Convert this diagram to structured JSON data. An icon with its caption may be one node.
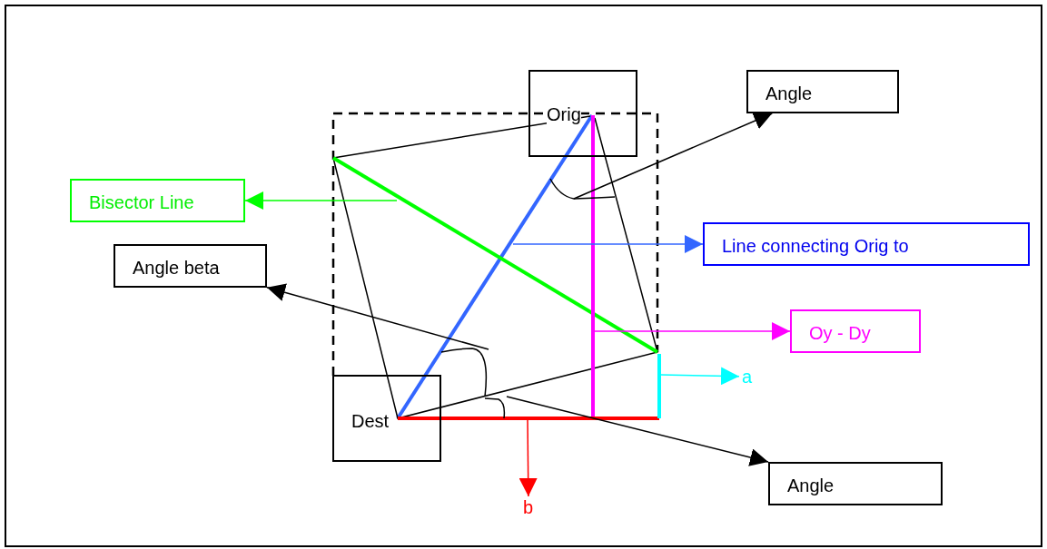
{
  "diagram": {
    "nodes": [
      {
        "text": [
          "Orig"
        ]
      },
      {
        "text": [
          "Dest"
        ]
      },
      {
        "text": [
          "Angle"
        ]
      },
      {
        "text": [
          "Bisector Line"
        ]
      },
      {
        "text": [
          "Line connecting Orig to"
        ]
      },
      {
        "text": [
          "Angle beta"
        ]
      },
      {
        "text": [
          "Oy -  Dy"
        ]
      },
      {
        "text": [
          "a"
        ]
      },
      {
        "text": [
          "Angle"
        ]
      },
      {
        "text": [
          "b"
        ]
      }
    ],
    "edges": [
      {
        "from": null,
        "to": 2,
        "arrow": "to"
      },
      {
        "from": null,
        "to": 3,
        "arrow": "to",
        "color": "#00ff00"
      },
      {
        "from": null,
        "to": 4,
        "arrow": "to",
        "color": "#3366ff"
      },
      {
        "from": null,
        "to": 5,
        "arrow": "to"
      },
      {
        "from": null,
        "to": 6,
        "arrow": "to",
        "color": "#ff00ff"
      },
      {
        "from": null,
        "to": 7,
        "arrow": "to",
        "color": "#00ffff"
      },
      {
        "from": null,
        "to": 9,
        "arrow": "to",
        "color": "#ff0000"
      },
      {
        "from": null,
        "to": 8,
        "arrow": "to"
      },
      {
        "from": 0,
        "to": 1,
        "arrow": "none",
        "style": "thick",
        "color": "#3366ff"
      }
    ]
  }
}
